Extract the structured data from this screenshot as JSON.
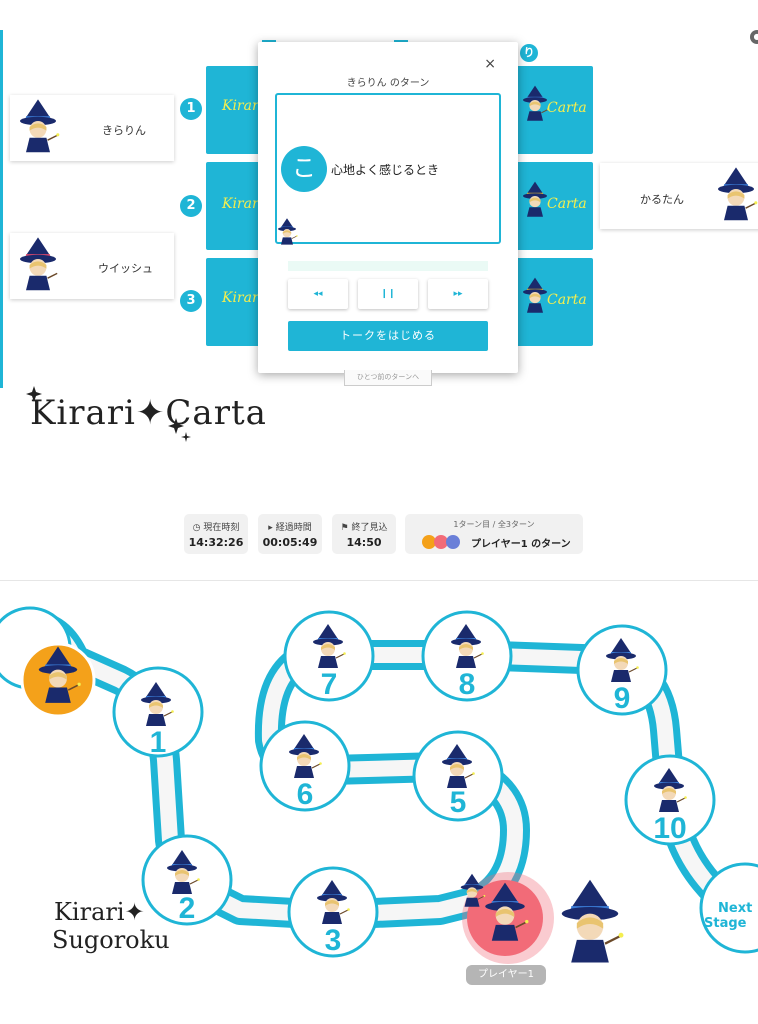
{
  "modal": {
    "close": "×",
    "turn_title": "きらりん のターン",
    "topic_char": "こ",
    "topic_text": "心地よく感じるとき",
    "controls": [
      "◂◂",
      "❙❙",
      "▸▸"
    ],
    "start_button": "トークをはじめる",
    "undo_button": "ひとつ前のターンへ"
  },
  "players": [
    {
      "name": "きらりん"
    },
    {
      "name": "ウイッシュ"
    },
    {
      "name": "かるたん"
    }
  ],
  "row_numbers": [
    "1",
    "2",
    "3"
  ],
  "partial_label": "り",
  "karuta_logo_left": "Kirari",
  "karuta_logo_right": "Carta",
  "logo_carta": "Kirari✦Carta",
  "logo_sugoroku_1": "Kirari✦",
  "logo_sugoroku_2": "Sugoroku",
  "status": {
    "current_time_label": "現在時刻",
    "current_time": "14:32:26",
    "elapsed_label": "経過時間",
    "elapsed": "00:05:49",
    "end_label": "終了見込",
    "end": "14:50",
    "turn_label": "1ターン目 / 全3ターン",
    "turn_text": "プレイヤー1 のターン"
  },
  "board": {
    "spaces": [
      "1",
      "2",
      "3",
      "5",
      "6",
      "7",
      "8",
      "9",
      "10"
    ],
    "next_stage_1": "Next",
    "next_stage_2": "Stage",
    "player_label": "プレイヤー1"
  },
  "colors": {
    "accent": "#1fb5d6",
    "token_orange": "#f4a11a",
    "token_pink": "#f26b78",
    "logo_yellow": "#f4ee4f"
  }
}
